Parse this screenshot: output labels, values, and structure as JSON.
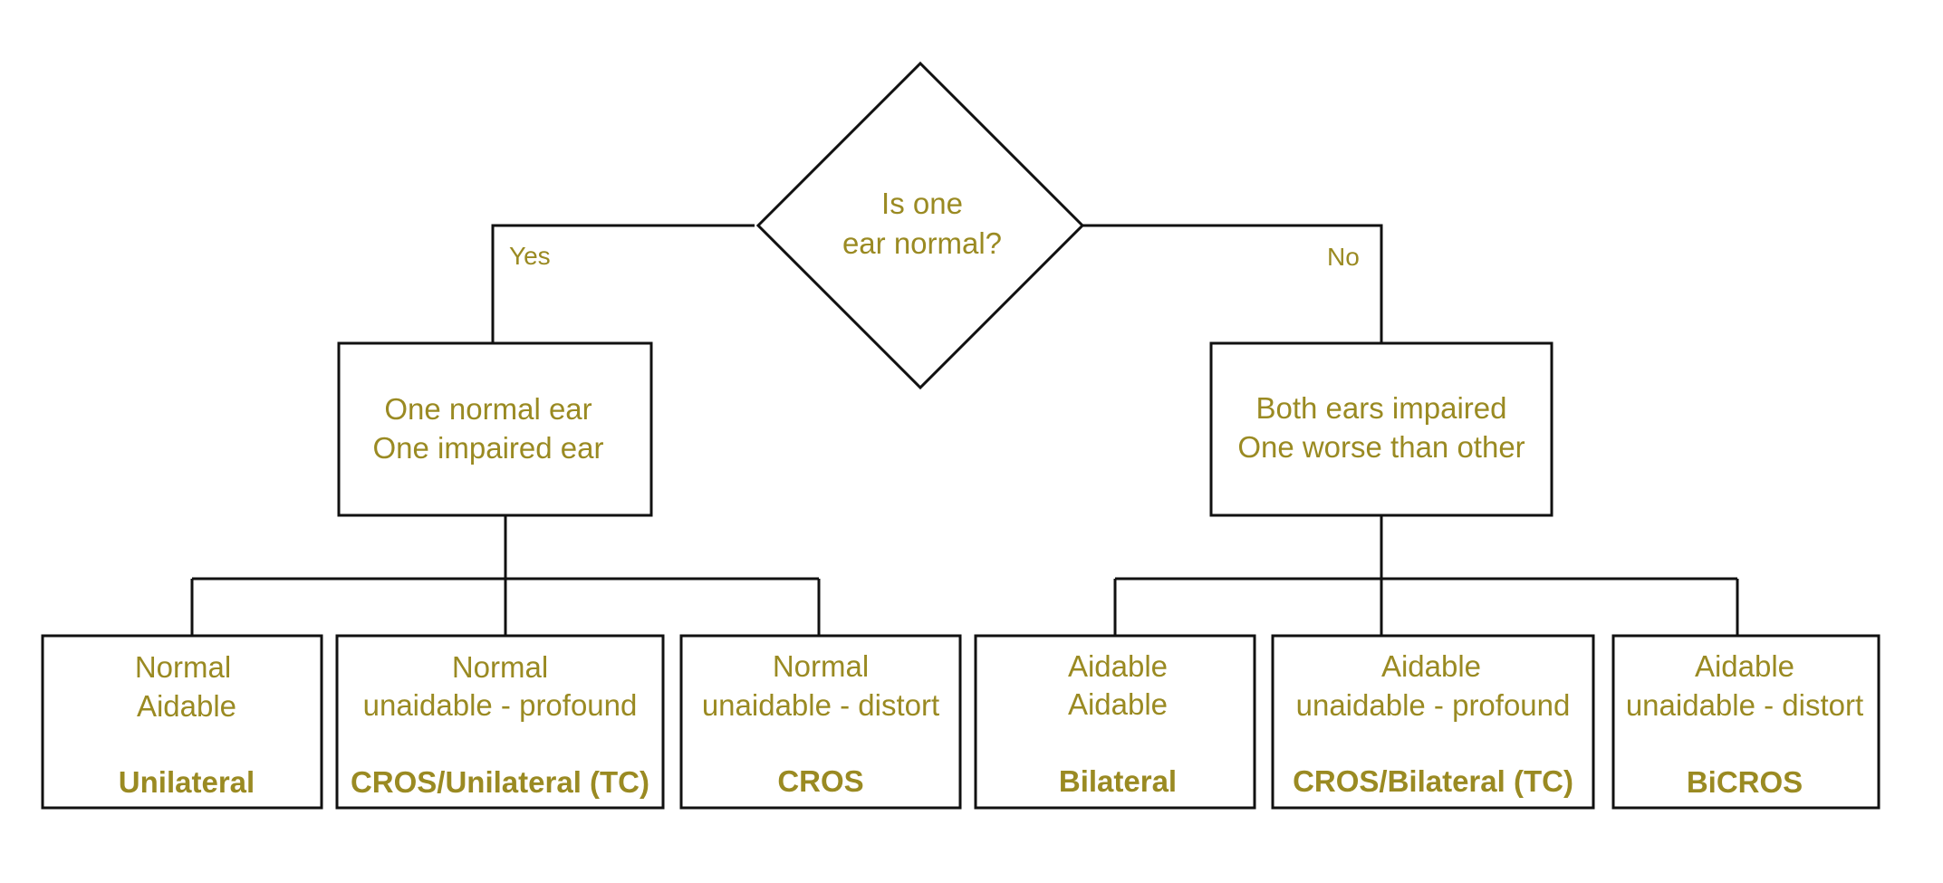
{
  "colors": {
    "text": "#9a8a22",
    "line": "#111111",
    "background": "#ffffff"
  },
  "decision": {
    "line1": "Is one",
    "line2": "ear normal?"
  },
  "branches": {
    "yes": "Yes",
    "no": "No"
  },
  "mid": {
    "left": {
      "line1": "One normal ear",
      "line2": "One impaired ear"
    },
    "right": {
      "line1": "Both ears impaired",
      "line2": "One worse than other"
    }
  },
  "leaves": [
    {
      "line1": "Normal",
      "line2": "Aidable",
      "result": "Unilateral"
    },
    {
      "line1": "Normal",
      "line2": "unaidable - profound",
      "result": "CROS/Unilateral (TC)"
    },
    {
      "line1": "Normal",
      "line2": "unaidable - distort",
      "result": "CROS"
    },
    {
      "line1": "Aidable",
      "line2": "Aidable",
      "result": "Bilateral"
    },
    {
      "line1": "Aidable",
      "line2": "unaidable - profound",
      "result": "CROS/Bilateral (TC)"
    },
    {
      "line1": "Aidable",
      "line2": "unaidable - distort",
      "result": "BiCROS"
    }
  ]
}
